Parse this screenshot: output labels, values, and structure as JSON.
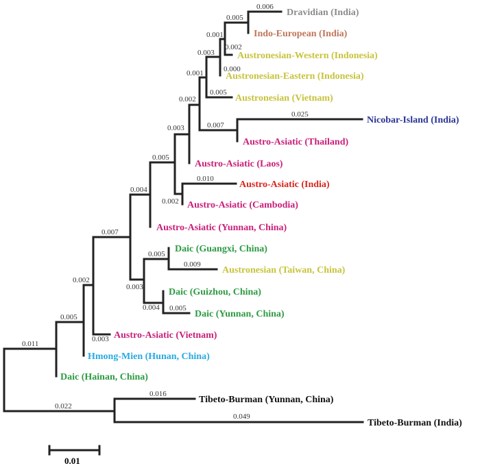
{
  "colors": {
    "dravidian": "#8c8c8c",
    "indo_european": "#c0765a",
    "austronesian": "#c8c33c",
    "nicobar": "#2a3596",
    "austro_asiatic": "#c8207a",
    "austro_asiatic_india": "#d7261e",
    "daic": "#2e9a43",
    "hmong_mien": "#28a9e0",
    "tibeto_burman": "#111111"
  },
  "tips": [
    {
      "label": "Dravidian (India)",
      "color": "dravidian"
    },
    {
      "label": "Indo-European (India)",
      "color": "indo_european"
    },
    {
      "label": "Austronesian-Western (Indonesia)",
      "color": "austronesian"
    },
    {
      "label": "Austronesian-Eastern (Indonesia)",
      "color": "austronesian"
    },
    {
      "label": "Austronesian (Vietnam)",
      "color": "austronesian"
    },
    {
      "label": "Nicobar-Island (India)",
      "color": "nicobar"
    },
    {
      "label": "Austro-Asiatic (Thailand)",
      "color": "austro_asiatic"
    },
    {
      "label": "Austro-Asiatic (Laos)",
      "color": "austro_asiatic"
    },
    {
      "label": "Austro-Asiatic (India)",
      "color": "austro_asiatic_india"
    },
    {
      "label": "Austro-Asiatic (Cambodia)",
      "color": "austro_asiatic"
    },
    {
      "label": "Austro-Asiatic (Yunnan, China)",
      "color": "austro_asiatic"
    },
    {
      "label": "Daic (Guangxi, China)",
      "color": "daic"
    },
    {
      "label": "Austronesian (Taiwan, China)",
      "color": "austronesian"
    },
    {
      "label": "Daic (Guizhou, China)",
      "color": "daic"
    },
    {
      "label": "Daic (Yunnan, China)",
      "color": "daic"
    },
    {
      "label": "Austro-Asiatic (Vietnam)",
      "color": "austro_asiatic"
    },
    {
      "label": "Hmong-Mien (Hunan, China)",
      "color": "hmong_mien"
    },
    {
      "label": "Daic (Hainan, China)",
      "color": "daic"
    },
    {
      "label": "Tibeto-Burman (Yunnan, China)",
      "color": "tibeto_burman"
    },
    {
      "label": "Tibeto-Burman (India)",
      "color": "tibeto_burman"
    }
  ],
  "branch_lengths": [
    "0.006",
    "0.005",
    "0.001",
    "0.002",
    "0.003",
    "0.000",
    "0.001",
    "0.005",
    "0.002",
    "0.025",
    "0.007",
    "0.003",
    "0.005",
    "0.010",
    "0.002",
    "0.004",
    "0.007",
    "0.005",
    "0.009",
    "0.003",
    "0.004",
    "0.005",
    "0.002",
    "0.003",
    "0.005",
    "0.011",
    "0.016",
    "0.022",
    "0.049"
  ],
  "scale_bar": {
    "label": "0.01"
  }
}
